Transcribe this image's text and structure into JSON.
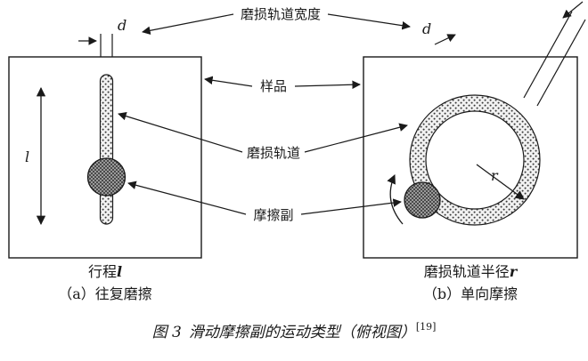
{
  "callouts": {
    "track_width": "磨损轨道宽度",
    "sample": "样品",
    "wear_track": "磨损轨道",
    "friction_pair": "摩擦副"
  },
  "symbols": {
    "d_left": "d",
    "d_right": "d",
    "stroke_length": "l",
    "radius": "r"
  },
  "left_figure": {
    "stroke_prefix": "行程",
    "stroke_var": "l",
    "caption": "（a）往复磨擦"
  },
  "right_figure": {
    "radius_prefix": "磨损轨道半径",
    "radius_var": "r",
    "caption": "（b）单向摩擦"
  },
  "figure_caption": {
    "number": "图 3",
    "text": "滑动摩擦副的运动类型（俯视图）",
    "reference": "[19]"
  },
  "colors": {
    "line": "#1a1a1a",
    "background": "#ffffff"
  }
}
